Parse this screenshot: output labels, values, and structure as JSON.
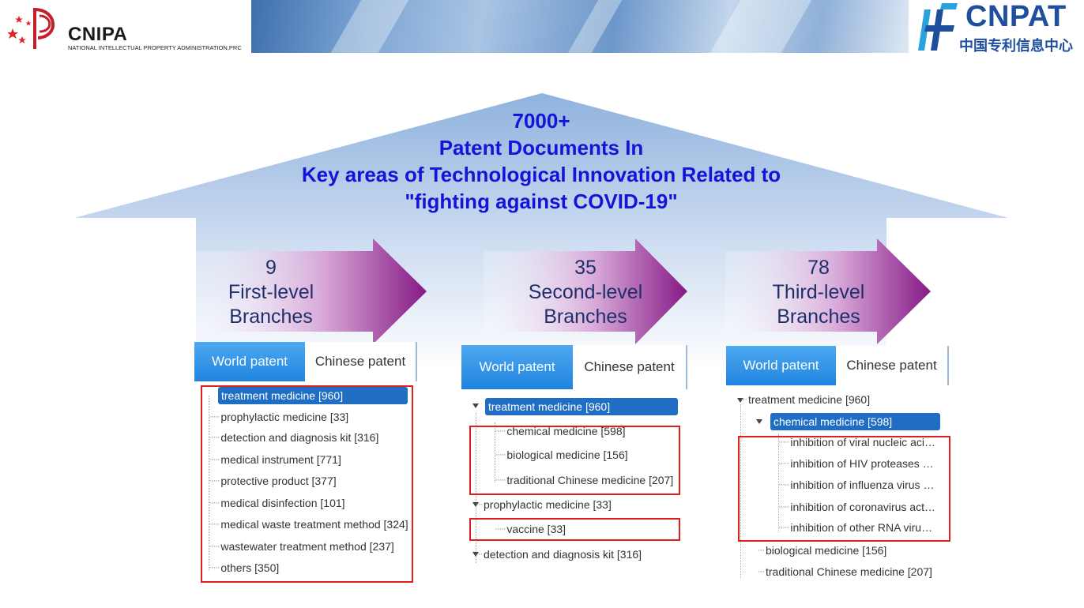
{
  "header": {
    "cnipa_title": "CNIPA",
    "cnipa_subtitle": "NATIONAL INTELLECTUAL PROPERTY ADMINISTRATION,PRC",
    "cnpat_title": "CNPAT",
    "cnpat_subtitle": "中国专利信息中心"
  },
  "headline": {
    "line1": "7000+",
    "line2": "Patent Documents In",
    "line3": "Key areas of Technological Innovation Related to",
    "line4": "\"fighting against COVID-19\""
  },
  "levels": [
    {
      "count": "9",
      "line1": "First-level",
      "line2": "Branches"
    },
    {
      "count": "35",
      "line1": "Second-level",
      "line2": "Branches"
    },
    {
      "count": "78",
      "line1": "Third-level",
      "line2": "Branches"
    }
  ],
  "panels": [
    {
      "tab_world": "World patent",
      "tab_chinese": "Chinese patent",
      "nodes": [
        "treatment medicine [960]",
        "prophylactic medicine [33]",
        "detection and diagnosis kit [316]",
        "medical instrument [771]",
        "protective product [377]",
        "medical disinfection [101]",
        "medical waste treatment method [324]",
        "wastewater treatment method [237]",
        "others [350]"
      ]
    },
    {
      "tab_world": "World patent",
      "tab_chinese": "Chinese patent",
      "nodes": [
        "treatment medicine [960]",
        "chemical medicine [598]",
        "biological medicine [156]",
        "traditional Chinese medicine [207]",
        "prophylactic medicine [33]",
        "vaccine [33]",
        "detection and diagnosis kit [316]"
      ]
    },
    {
      "tab_world": "World patent",
      "tab_chinese": "Chinese patent",
      "nodes": [
        "treatment medicine [960]",
        "chemical medicine [598]",
        "inhibition of viral nucleic acid…",
        "inhibition of HIV proteases […",
        "inhibition of influenza virus n…",
        "inhibition of coronavirus acti…",
        "inhibition of other RNA virus …",
        "biological medicine [156]",
        "traditional Chinese medicine [207]"
      ]
    }
  ],
  "colors": {
    "headline": "#1414d8",
    "tab_active": "#1f84df",
    "selected_node": "#1f6ec4",
    "highlight_box": "#e01e1e",
    "level_arrow": "#8a1a8a"
  }
}
